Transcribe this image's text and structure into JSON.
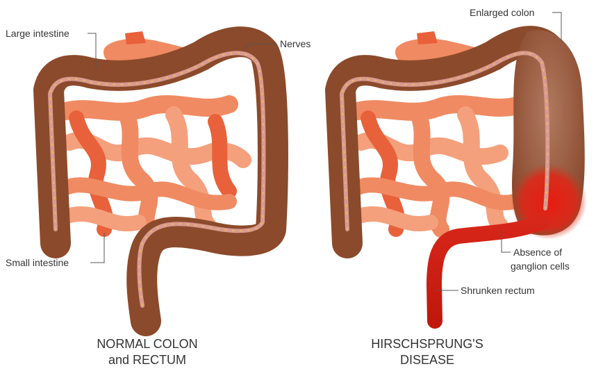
{
  "normal": {
    "labels": {
      "large_intestine": "Large intestine",
      "nerves": "Nerves",
      "small_intestine": "Small intestine"
    },
    "caption": [
      "NORMAL COLON",
      "and RECTUM"
    ]
  },
  "disease": {
    "labels": {
      "enlarged_colon": "Enlarged colon",
      "absence_line1": "Absence of",
      "absence_line2": "ganglion cells",
      "shrunken_rectum": "Shrunken rectum"
    },
    "caption": [
      "HIRSCHSPRUNG'S",
      "DISEASE"
    ]
  },
  "colors": {
    "colon": "#8b4a2b",
    "colon_light": "#a8613b",
    "small_intestine": "#f08a62",
    "small_intestine_dark": "#e8613a",
    "nerve": "#f2c24a",
    "lumen": "#d99a90",
    "inflamed": "#e02618"
  }
}
